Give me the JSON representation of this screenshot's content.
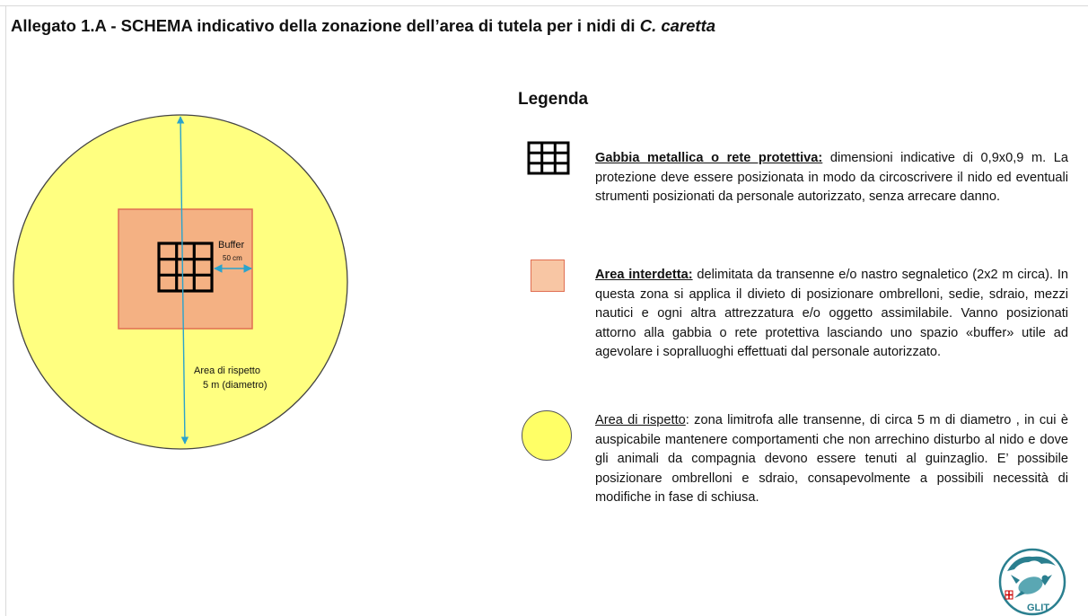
{
  "title": {
    "main": "Allegato 1.A - SCHEMA indicativo della zonazione dell’area di tutela per i nidi di ",
    "species": "C. caretta"
  },
  "diagram": {
    "buffer_label": "Buffer",
    "buffer_size": "50 cm",
    "area_label_line1": "Area di rispetto",
    "area_label_line2": "5 m (diametro)"
  },
  "legend": {
    "title": "Legenda",
    "items": [
      {
        "term": "Gabbia metallica o rete protettiva:",
        "text": " dimensioni indicative di 0,9x0,9 m. La protezione deve essere posizionata in modo da circoscrivere il nido ed eventuali strumenti posizionati da personale autorizzato, senza arrecare danno.",
        "icon": "grid-cage-icon"
      },
      {
        "term": "Area interdetta:",
        "text": " delimitata da transenne e/o nastro segnaletico (2x2 m circa). In questa zona si applica il divieto di posizionare ombrelloni, sedie, sdraio, mezzi nautici e ogni altra attrezzatura e/o oggetto assimilabile. Vanno posizionati attorno alla gabbia o rete protettiva lasciando uno spazio «buffer» utile ad agevolare i sopralluoghi effettuati dal personale autorizzato.",
        "icon": "square-area-icon"
      },
      {
        "term": "Area di rispetto",
        "text": ": zona limitrofa alle transenne, di circa 5 m di diametro , in cui è auspicabile mantenere comportamenti che non arrechino disturbo al nido e dove gli animali da compagnia devono essere tenuti al guinzaglio. E’ possibile posizionare ombrelloni e sdraio, consapevolmente a possibili necessità di modifiche in fase di schiusa.",
        "icon": "circle-area-icon"
      }
    ]
  },
  "logo": {
    "text": "GLIT"
  },
  "colors": {
    "circle_fill": "#ffff80",
    "square_fill": "#f4b183",
    "square_border": "#e06e52",
    "arrow": "#2aa3cc"
  }
}
